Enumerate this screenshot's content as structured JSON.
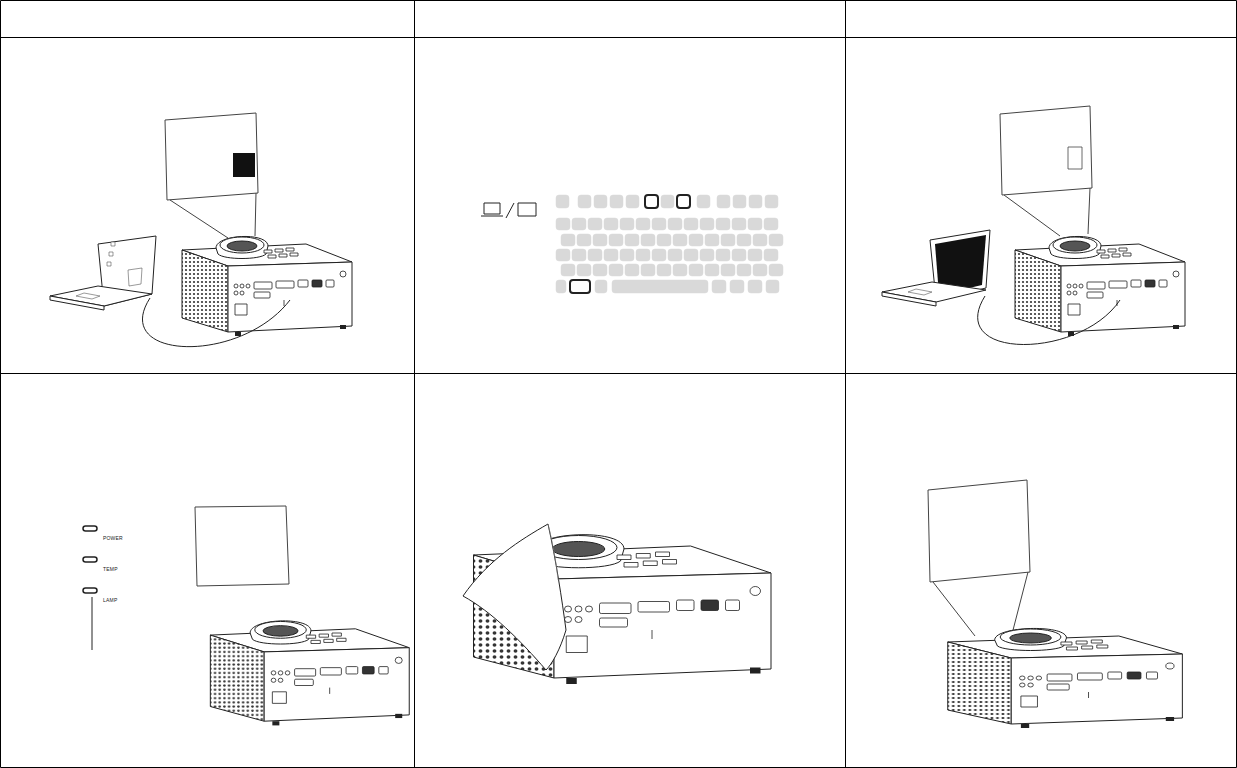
{
  "diagram": {
    "labels": [
      "POWER",
      "TEMP",
      "LAMP"
    ]
  }
}
